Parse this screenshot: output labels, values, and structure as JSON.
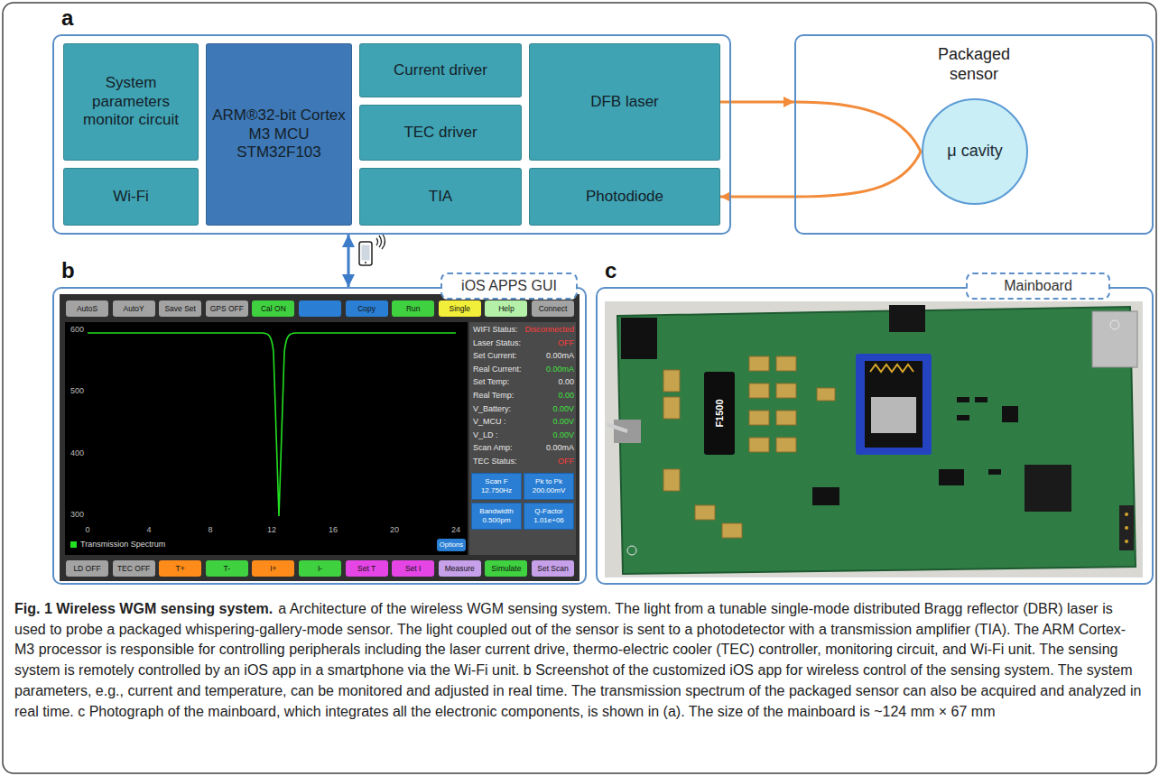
{
  "diagram": {
    "title": "Fig. 1 Wireless WGM sensing system.",
    "caption": "a Architecture of the wireless WGM sensing system. The light from a tunable single-mode distributed Bragg reflector (DBR) laser is used to probe a packaged whispering-gallery-mode sensor. The light coupled out of the sensor is sent to a photodetector with a transmission amplifier (TIA). The ARM Cortex-M3 processor is responsible for controlling peripherals including the laser current drive, thermo-electric cooler (TEC) controller, monitoring circuit, and Wi-Fi unit. The sensing system is remotely controlled by an iOS app in a smartphone via the Wi-Fi unit. b Screenshot of the customized iOS app for wireless control of the sensing system. The system parameters, e.g., current and temperature, can be monitored and adjusted in real time. The transmission spectrum of the packaged sensor can also be acquired and analyzed in real time. c Photograph of the mainboard, which integrates all the electronic components, is shown in (a). The size of the mainboard is ~124 mm × 67 mm",
    "nodes": [
      {
        "text": [
          "a"
        ]
      },
      {
        "text": [
          "System parameters monitor circuit"
        ],
        "in": 0
      },
      {
        "text": [
          "ARM®32-bit Cortex M3 MCU STM32F103"
        ],
        "in": 0
      },
      {
        "text": [
          "Current driver"
        ],
        "in": 0
      },
      {
        "text": [
          "DFB laser"
        ],
        "in": 0
      },
      {
        "text": [
          "TEC driver"
        ],
        "in": 0
      },
      {
        "text": [
          "Wi-Fi"
        ],
        "in": 0
      },
      {
        "text": [
          "TIA"
        ],
        "in": 0
      },
      {
        "text": [
          "Photodiode"
        ],
        "in": 0
      },
      {
        "text": [
          "Packaged sensor"
        ]
      },
      {
        "text": [
          "μ cavity"
        ],
        "in": 9
      },
      {
        "text": [
          "b"
        ]
      },
      {
        "text": [
          "iOS APPS GUI"
        ],
        "in": 11
      },
      {
        "text": [
          "AutoS"
        ],
        "in": 11
      },
      {
        "text": [
          "AutoY"
        ],
        "in": 11
      },
      {
        "text": [
          "Save Set"
        ],
        "in": 11
      },
      {
        "text": [
          "GPS OFF"
        ],
        "in": 11
      },
      {
        "text": [
          "Cal ON"
        ],
        "in": 11
      },
      {
        "text": [
          "Copy"
        ],
        "in": 11
      },
      {
        "text": [
          "Run"
        ],
        "in": 11
      },
      {
        "text": [
          "Single"
        ],
        "in": 11
      },
      {
        "text": [
          "Help"
        ],
        "in": 11
      },
      {
        "text": [
          "Connect"
        ],
        "in": 11
      },
      {
        "text": [
          "Options"
        ],
        "in": 11
      },
      {
        "text": [
          "Scan F",
          "12.750Hz"
        ],
        "in": 11
      },
      {
        "text": [
          "Pk to Pk",
          "200.00mV"
        ],
        "in": 11
      },
      {
        "text": [
          "Bandwidth",
          "0.500pm"
        ],
        "in": 11
      },
      {
        "text": [
          "Q-Factor",
          "1.01e+06"
        ],
        "in": 11
      },
      {
        "text": [
          "LD OFF"
        ],
        "in": 11
      },
      {
        "text": [
          "TEC OFF"
        ],
        "in": 11
      },
      {
        "text": [
          "T+"
        ],
        "in": 11
      },
      {
        "text": [
          "T-"
        ],
        "in": 11
      },
      {
        "text": [
          "I+"
        ],
        "in": 11
      },
      {
        "text": [
          "I-"
        ],
        "in": 11
      },
      {
        "text": [
          "Set T"
        ],
        "in": 11
      },
      {
        "text": [
          "Set I"
        ],
        "in": 11
      },
      {
        "text": [
          "Measure"
        ],
        "in": 11
      },
      {
        "text": [
          "Simulate"
        ],
        "in": 11
      },
      {
        "text": [
          "Set Scan"
        ],
        "in": 11
      },
      {
        "text": [
          "c"
        ]
      },
      {
        "text": [
          "Mainboard"
        ],
        "in": 39
      }
    ],
    "edges": [
      {
        "from": 4,
        "to": 9,
        "arrow": "to"
      },
      {
        "from": 9,
        "to": 8,
        "arrow": "to"
      },
      {
        "from": 0,
        "to": 11,
        "arrow": "both"
      }
    ],
    "labels": [
      "600",
      "500",
      "400",
      "300",
      "0",
      "4",
      "8",
      "12",
      "16",
      "20",
      "24",
      "WIFI Status:",
      "Disconnected",
      "Laser Status:",
      "OFF",
      "Set Current:",
      "0.00mA",
      "Real Current:",
      "0.00mA",
      "Set Temp:",
      "0.00",
      "Real Temp:",
      "0.00",
      "V_Battery:",
      "0.00V",
      "V_MCU :",
      "0.00V",
      "V_LD :",
      "0.00V",
      "Scan Amp:",
      "0.00mA",
      "TEC Status:",
      "OFF",
      "F1500"
    ],
    "legend": [
      {
        "text": "Transmission Spectrum",
        "color": "#22e022"
      }
    ]
  }
}
